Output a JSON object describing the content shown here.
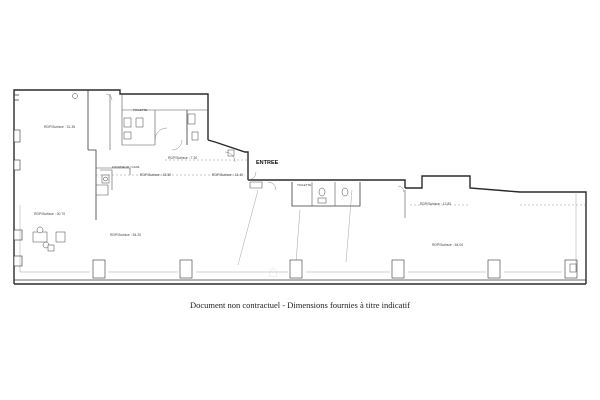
{
  "caption": "Document non contractuel - Dimensions fournies à titre indicatif",
  "labels": {
    "entree": "ENTREE",
    "toilettes_1": "TOILETTE",
    "toilettes_2": "TOILETTE",
    "cuisine": "FOURNEUR / CAFÉ",
    "room_1": "RDP/Surface : 31.35",
    "room_2": "RDP/Surface : 30.70",
    "room_3": "RDP/Surface : 54.20",
    "room_4": "RDP/Surface : 43.50",
    "room_5": "RDP/Surface : 64.00",
    "room_6": "RDP/Surface : 13.40",
    "room_7": "RDP/Surface : 12.80",
    "room_8": "RDP/Surface : 7.30"
  },
  "colors": {
    "wall": "#2a2a2a",
    "text": "#222222"
  }
}
